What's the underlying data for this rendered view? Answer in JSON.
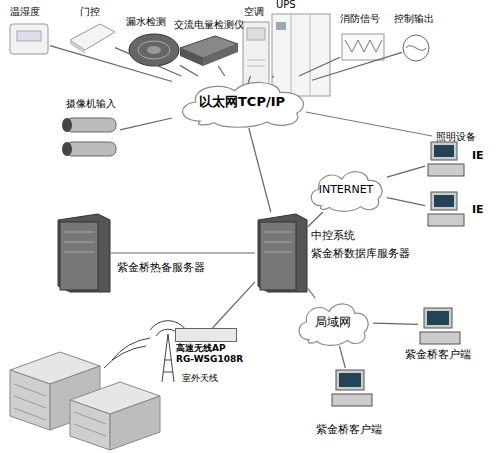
{
  "diagram": {
    "nodes": [
      {
        "text": [
          "温湿度"
        ]
      },
      {
        "text": [
          "门控"
        ]
      },
      {
        "text": [
          "漏水检测"
        ]
      },
      {
        "text": [
          "交流电量检测仪"
        ]
      },
      {
        "text": [
          "空调"
        ]
      },
      {
        "text": [
          "UPS"
        ]
      },
      {
        "text": [
          "消防信号"
        ]
      },
      {
        "text": [
          "控制输出"
        ]
      },
      {
        "text": [
          "摄像机输入"
        ]
      },
      {
        "text": [
          "以太网TCP/IP"
        ]
      },
      {
        "text": [
          "INTERNET"
        ]
      },
      {
        "text": [
          "IE"
        ]
      },
      {
        "text": [
          "IE"
        ]
      },
      {
        "text": [
          "紫金桥热备服务器"
        ]
      },
      {
        "text": [
          "中控系统",
          "紫金桥数据库服务器"
        ]
      },
      {
        "text": [
          "局域网"
        ]
      },
      {
        "text": [
          "紫金桥客户端"
        ]
      },
      {
        "text": [
          "紫金桥客户端"
        ]
      },
      {
        "text": [
          "高速无线AP",
          "RG-WSG108R"
        ]
      }
    ],
    "edges": [
      {
        "from": 0,
        "to": 9,
        "arrow": "none"
      },
      {
        "from": 1,
        "to": 9,
        "arrow": "none"
      },
      {
        "from": 2,
        "to": 9,
        "arrow": "none"
      },
      {
        "from": 3,
        "to": 9,
        "arrow": "none"
      },
      {
        "from": 4,
        "to": 9,
        "arrow": "none"
      },
      {
        "from": 5,
        "to": 9,
        "arrow": "none"
      },
      {
        "from": 6,
        "to": 9,
        "arrow": "none"
      },
      {
        "from": 7,
        "to": 9,
        "arrow": "none"
      },
      {
        "from": 8,
        "to": 9,
        "arrow": "none"
      },
      {
        "from": 9,
        "to": 14,
        "arrow": "none"
      },
      {
        "from": 13,
        "to": 14,
        "arrow": "none"
      },
      {
        "from": 14,
        "to": 10,
        "arrow": "none"
      },
      {
        "from": 10,
        "to": 11,
        "arrow": "none"
      },
      {
        "from": 10,
        "to": 12,
        "arrow": "none"
      },
      {
        "from": 14,
        "to": 15,
        "arrow": "none"
      },
      {
        "from": 15,
        "to": 16,
        "arrow": "none"
      },
      {
        "from": 15,
        "to": 17,
        "arrow": "none"
      },
      {
        "from": 14,
        "to": 18,
        "arrow": "none"
      }
    ],
    "labels": [
      "照明设备",
      "室外天线"
    ]
  }
}
